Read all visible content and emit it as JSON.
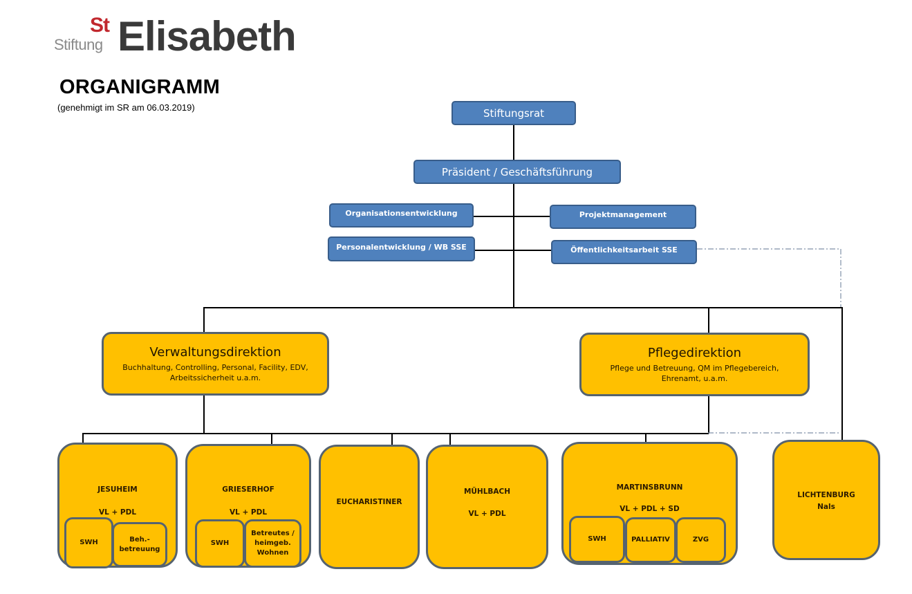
{
  "logo": {
    "st": "St",
    "stiftung": "Stiftung",
    "elisabeth": "Elisabeth"
  },
  "header": {
    "title": "ORGANIGRAMM",
    "subtitle": "(genehmigt im SR am 06.03.2019)"
  },
  "top": {
    "stiftungsrat": "Stiftungsrat",
    "praesident": "Präsident / Geschäftsführung"
  },
  "staff": {
    "organisationsentwicklung": "Organisationsentwicklung",
    "personalentwicklung": "Personalentwicklung / WB SSE",
    "projektmanagement": "Projektmanagement",
    "oeffentlichkeitsarbeit": "Öffentlichkeitsarbeit SSE"
  },
  "directorates": {
    "verwaltung": {
      "name": "Verwaltungsdirektion",
      "description": "Buchhaltung, Controlling, Personal, Facility, EDV, Arbeitssicherheit u.a.m."
    },
    "pflege": {
      "name": "Pflegedirektion",
      "description": "Pflege und Betreuung, QM im Pflegebereich, Ehrenamt, u.a.m."
    }
  },
  "houses": {
    "jesuheim": {
      "name": "JESUHEIM",
      "leadership": "VL + PDL",
      "units": [
        "SWH",
        "Beh.-betreuung"
      ]
    },
    "grieserhof": {
      "name": "GRIESERHOF",
      "leadership": "VL + PDL",
      "units": [
        "SWH",
        "Betreutes / heimgeb. Wohnen"
      ]
    },
    "eucharistiner": {
      "name": "EUCHARISTINER"
    },
    "muehlbach": {
      "name": "MÜHLBACH",
      "leadership": "VL + PDL"
    },
    "martinsbrunn": {
      "name": "MARTINSBRUNN",
      "leadership": "VL + PDL + SD",
      "units": [
        "SWH",
        "PALLIATIV",
        "ZVG"
      ]
    },
    "lichtenburg": {
      "name": "LICHTENBURG",
      "location": "Nals"
    }
  },
  "colors": {
    "blue_box": "#4f81bd",
    "blue_border": "#385d8a",
    "orange_box": "#ffc000",
    "orange_border": "#556370",
    "logo_red": "#c1272d",
    "logo_dark": "#3a3a3a"
  }
}
